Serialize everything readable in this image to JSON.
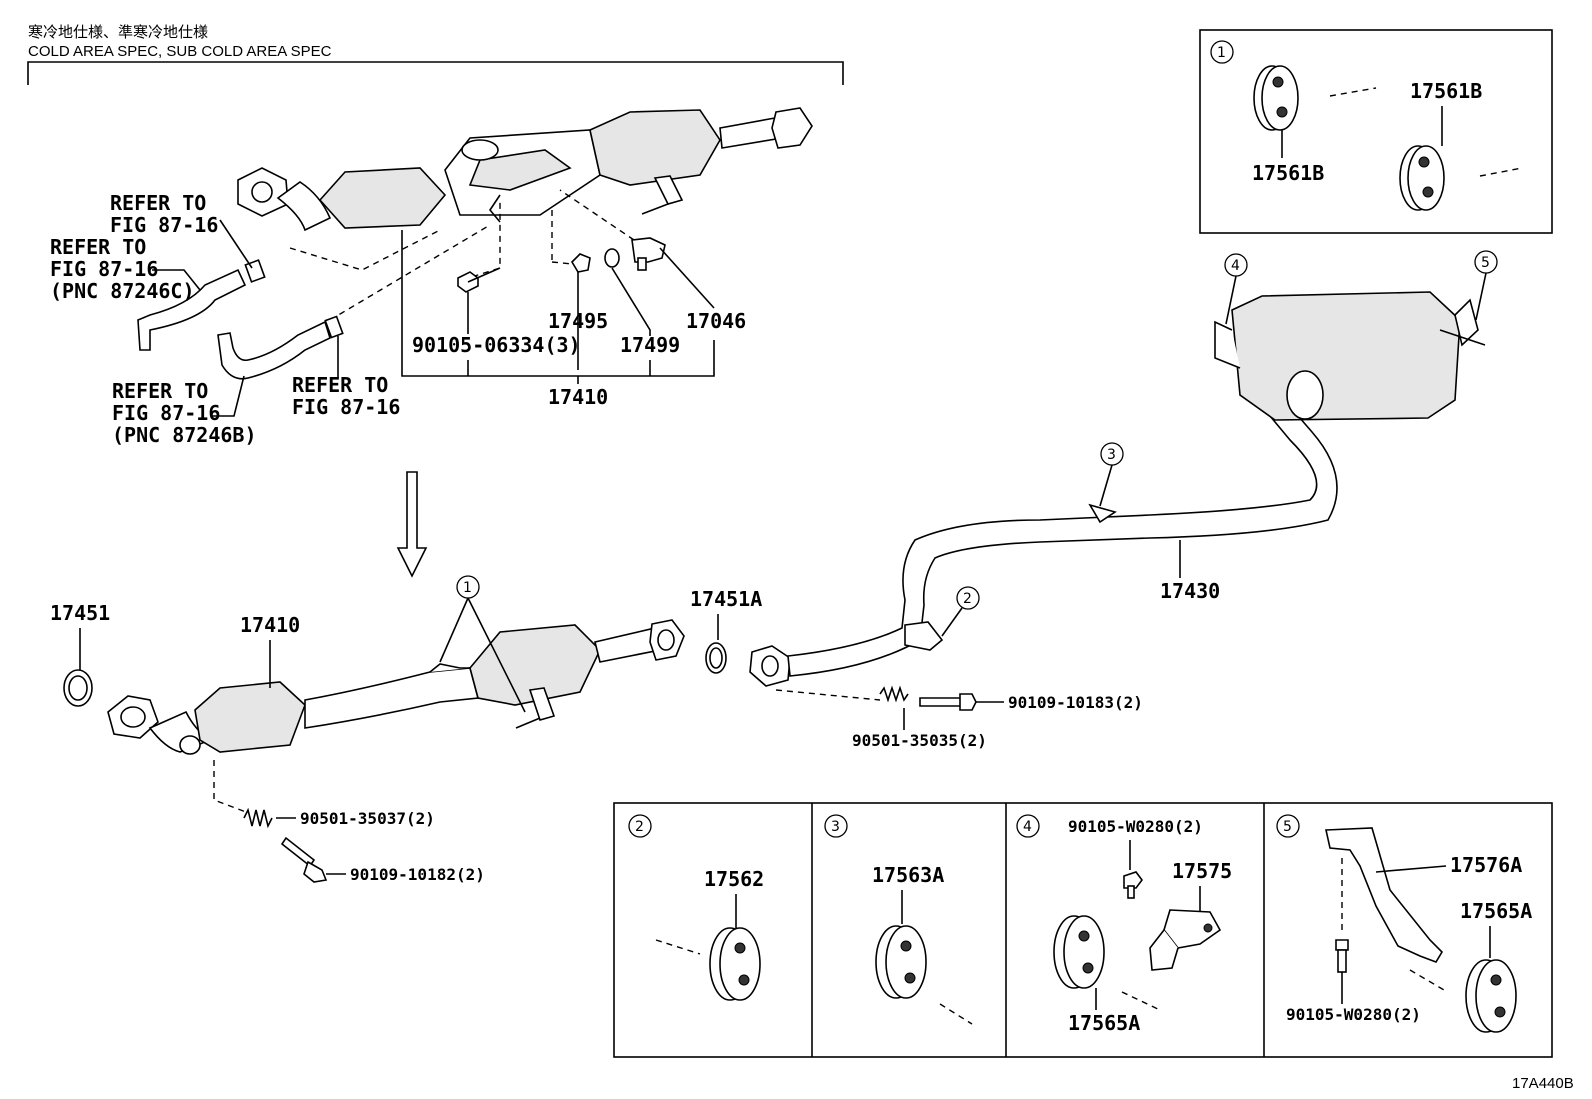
{
  "header": {
    "title_jp": "寒冷地仕様、準寒冷地仕様",
    "title_en": "COLD AREA SPEC, SUB COLD AREA SPEC"
  },
  "refers": {
    "r1_line1": "REFER TO",
    "r1_line2": "FIG 87-16",
    "r2_line1": "REFER TO",
    "r2_line2": "FIG 87-16",
    "r2_line3": "(PNC 87246C)",
    "r3_line1": "REFER TO",
    "r3_line2": "FIG 87-16",
    "r3_line3": "(PNC 87246B)",
    "r4_line1": "REFER TO",
    "r4_line2": "FIG 87-16"
  },
  "parts": {
    "p_90105_06334": "90105-06334(3)",
    "p_17495": "17495",
    "p_17499": "17499",
    "p_17046": "17046",
    "p_17410_top": "17410",
    "p_17451": "17451",
    "p_17410": "17410",
    "p_17451A": "17451A",
    "p_17430": "17430",
    "p_90109_10183": "90109-10183(2)",
    "p_90501_35035": "90501-35035(2)",
    "p_90501_35037": "90501-35037(2)",
    "p_90109_10182": "90109-10182(2)",
    "p_17561B_a": "17561B",
    "p_17561B_b": "17561B",
    "p_17562": "17562",
    "p_17563A": "17563A",
    "p_90105_W0280_a": "90105-W0280(2)",
    "p_17575": "17575",
    "p_17565A_a": "17565A",
    "p_17576A": "17576A",
    "p_17565A_b": "17565A",
    "p_90105_W0280_b": "90105-W0280(2)"
  },
  "callouts": {
    "c1_main": "1",
    "c2_main": "2",
    "c3_main": "3",
    "c4_main": "4",
    "c5_main": "5",
    "c1_box": "1",
    "c2_box": "2",
    "c3_box": "3",
    "c4_box": "4",
    "c5_box": "5"
  },
  "footer": {
    "figure_id": "17A440B"
  }
}
